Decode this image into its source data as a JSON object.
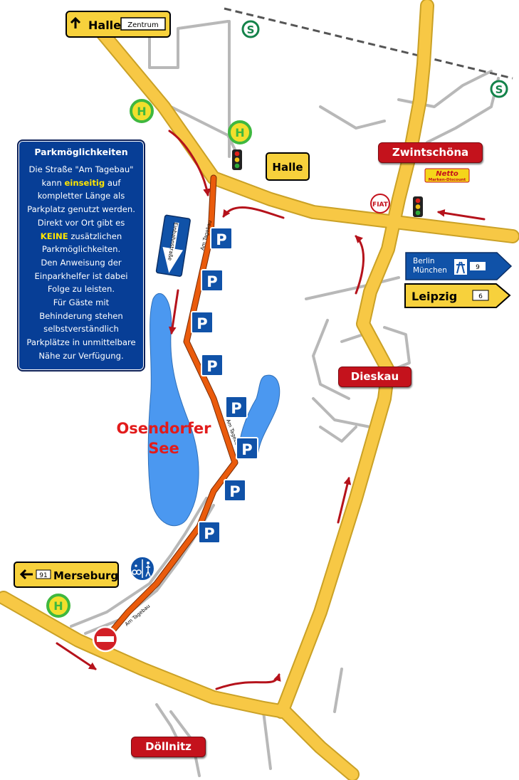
{
  "places": {
    "halle_top": "Halle",
    "zentrum": "Zentrum",
    "halle_box": "Halle",
    "zwintschona": "Zwintschöna",
    "dieskau": "Dieskau",
    "dollnitz": "Döllnitz",
    "merseburg": "Merseburg",
    "merseburg_route": "91",
    "leipzig": "Leipzig",
    "leipzig_route": "6"
  },
  "motorway_sign": {
    "line1": "Berlin",
    "line2": "München",
    "number": "9"
  },
  "lake": {
    "line1": "Osendorfer",
    "line2": "See"
  },
  "streets": {
    "am_tagebau": "Am Tagebau",
    "einbahnstrasse": "Einbahnstraße"
  },
  "shops": {
    "netto_logo": "Netto",
    "netto_sub": "Marken-Discount",
    "fiat_logo": "FIAT"
  },
  "symbols": {
    "parking": "P",
    "bus_stop": "H",
    "train": "S"
  },
  "info": {
    "title": "Parkmöglichkeiten",
    "l1": "Die Straße \"Am Tagebau\"",
    "l2a": "kann",
    "l2b": "einseitig",
    "l2c": "auf",
    "l3": "kompletter Länge als",
    "l4": "Parkplatz genutzt werden.",
    "l5": "Direkt vor Ort gibt es",
    "l6a": "KEINE",
    "l6b": "zusätzlichen",
    "l7": "Parkmöglichkeiten.",
    "l8": "Den Anweisung der",
    "l9": "Einparkhelfer ist dabei",
    "l10": "Folge zu leisten.",
    "l11": "Für Gäste mit",
    "l12": "Behinderung stehen",
    "l13": "selbstverständlich",
    "l14": "Parkplätze in unmittelbare",
    "l15": "Nähe zur Verfügung."
  },
  "colors": {
    "road": "#f7c845",
    "road_edge": "#caa126",
    "route": "#ea5b0c",
    "lake": "#4b98f0",
    "sign_blue": "#1052a8",
    "red_tag": "#c4121c",
    "arrow": "#b5121b",
    "bus_green": "#3fb83f",
    "bus_yellow": "#f2df2c",
    "train_green": "#14834a"
  }
}
